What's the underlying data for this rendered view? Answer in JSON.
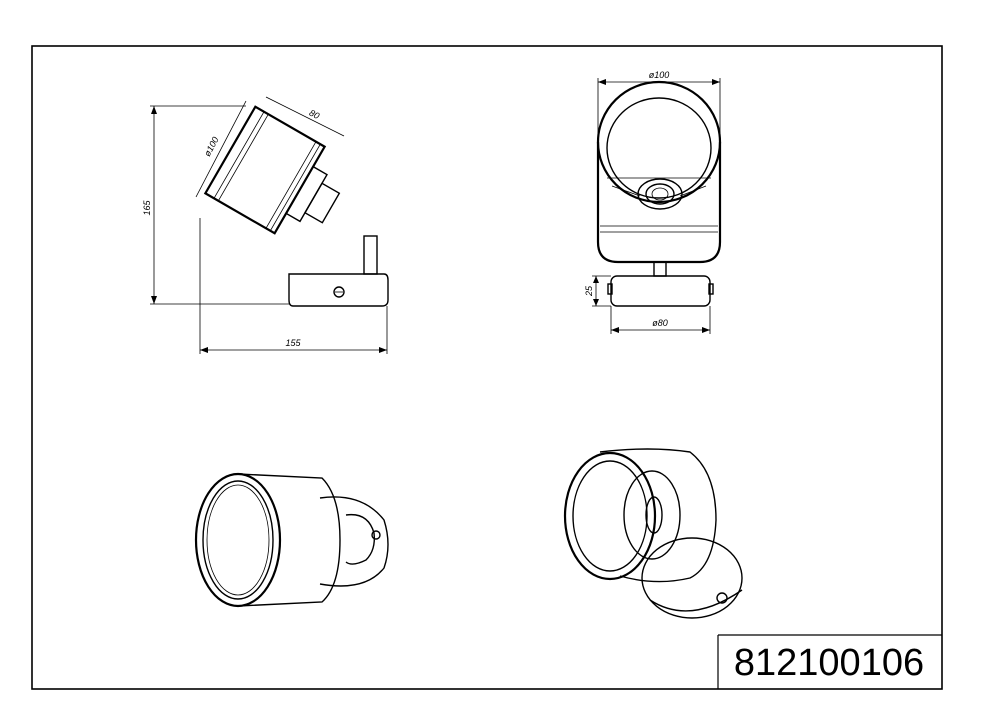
{
  "drawing": {
    "part_number": "812100106",
    "dimensions": {
      "side_depth": "80",
      "side_diameter": "ø100",
      "side_height": "165",
      "side_width": "155",
      "front_diameter": "ø100",
      "front_base_height": "25",
      "front_base_diameter": "ø80"
    }
  }
}
